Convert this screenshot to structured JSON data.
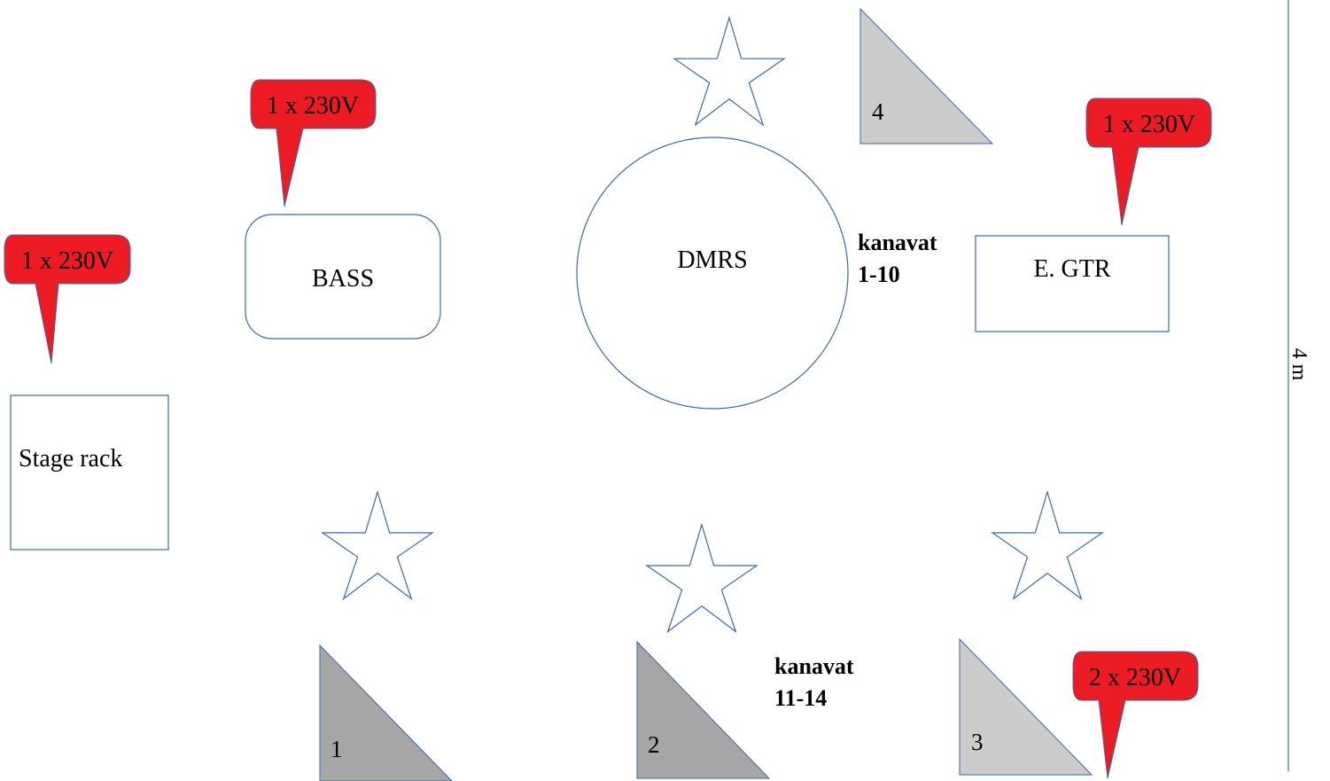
{
  "diagram": {
    "equipment": {
      "bass": "BASS",
      "drums": "DMRS",
      "guitar": "E. GTR",
      "stage_rack": "Stage rack"
    },
    "power": {
      "bass": "1 x 230V",
      "stage_rack": "1 x 230V",
      "guitar": "1 x 230V",
      "monitor_3": "2 x 230V"
    },
    "channels": {
      "drums_line1": "kanavat",
      "drums_line2": "1-10",
      "front_line1": "kanavat",
      "front_line2": "11-14"
    },
    "monitors": {
      "m1": "1",
      "m2": "2",
      "m3": "3",
      "m4": "4"
    },
    "dimension": "4 m",
    "colors": {
      "outline": "#3a6aa6",
      "power_fill": "#ed1c24",
      "monitor_dark": "#a6a6a6",
      "monitor_light": "#cccccc"
    }
  }
}
